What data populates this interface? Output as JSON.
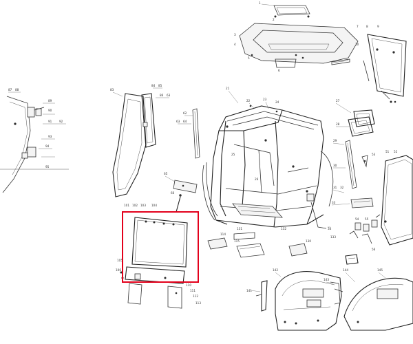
{
  "highlight": {
    "color": "#e3001b"
  },
  "labels": {
    "callout_a": [
      "87",
      "88",
      "89",
      "90",
      "91",
      "92",
      "93",
      "94",
      "95"
    ],
    "callout_b": [
      "83",
      "84",
      "85",
      "86",
      "63"
    ],
    "callout_c": [
      "62",
      "63",
      "64",
      "65",
      "66"
    ],
    "callout_d": [
      "21",
      "22",
      "23",
      "24",
      "25",
      "26"
    ],
    "callout_e": [
      "27",
      "28",
      "29",
      "30",
      "31",
      "32",
      "33",
      "34"
    ],
    "callout_f": [
      "101",
      "102",
      "103",
      "104",
      "105",
      "106"
    ],
    "callout_g": [
      "110",
      "111",
      "112",
      "113",
      "114",
      "115"
    ],
    "callout_h": [
      "130",
      "131",
      "132",
      "133"
    ],
    "callout_i": [
      "141",
      "142",
      "143",
      "144",
      "145"
    ],
    "callout_j": [
      "51",
      "52",
      "53",
      "54",
      "55",
      "56"
    ],
    "callout_k": [
      "1",
      "2",
      "3",
      "4",
      "5",
      "6",
      "7",
      "8",
      "9",
      "10"
    ]
  }
}
